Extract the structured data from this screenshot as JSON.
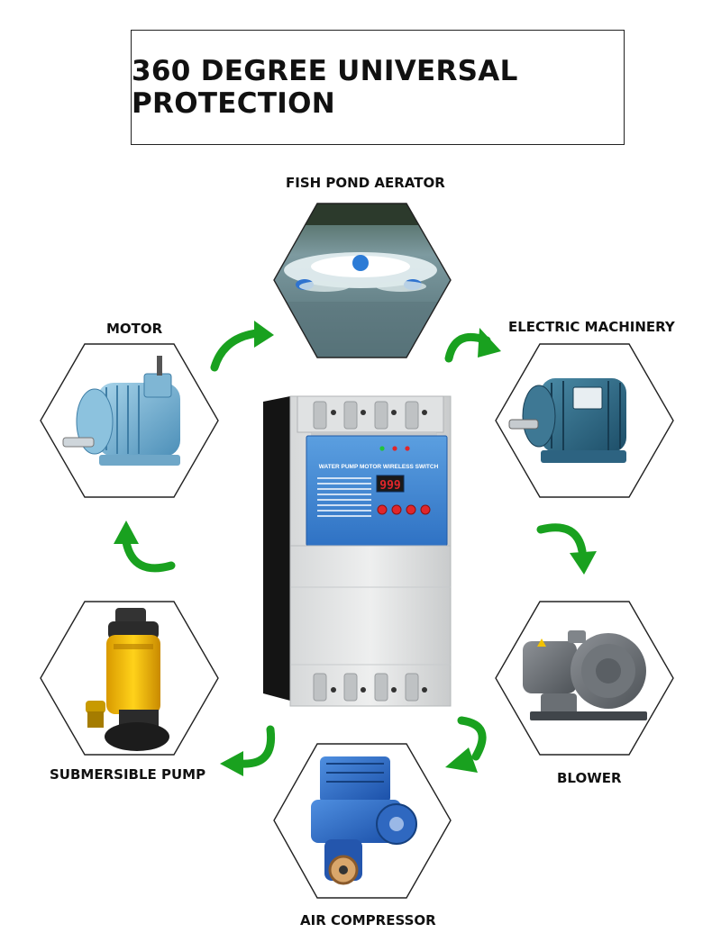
{
  "title": "360 DEGREE UNIVERSAL PROTECTION",
  "labels": {
    "aerator": "FISH POND AERATOR",
    "electric": "ELECTRIC MACHINERY",
    "motor": "MOTOR",
    "blower": "BLOWER",
    "pump": "SUBMERSIBLE PUMP",
    "compressor": "AIR COMPRESSOR"
  },
  "device": {
    "panel_title": "WATER PUMP MOTOR WIRELESS SWITCH",
    "display": "999"
  },
  "colors": {
    "arrow": "#19a11f",
    "panel_blue": "#3a82d4",
    "display_red": "#e0262a"
  }
}
